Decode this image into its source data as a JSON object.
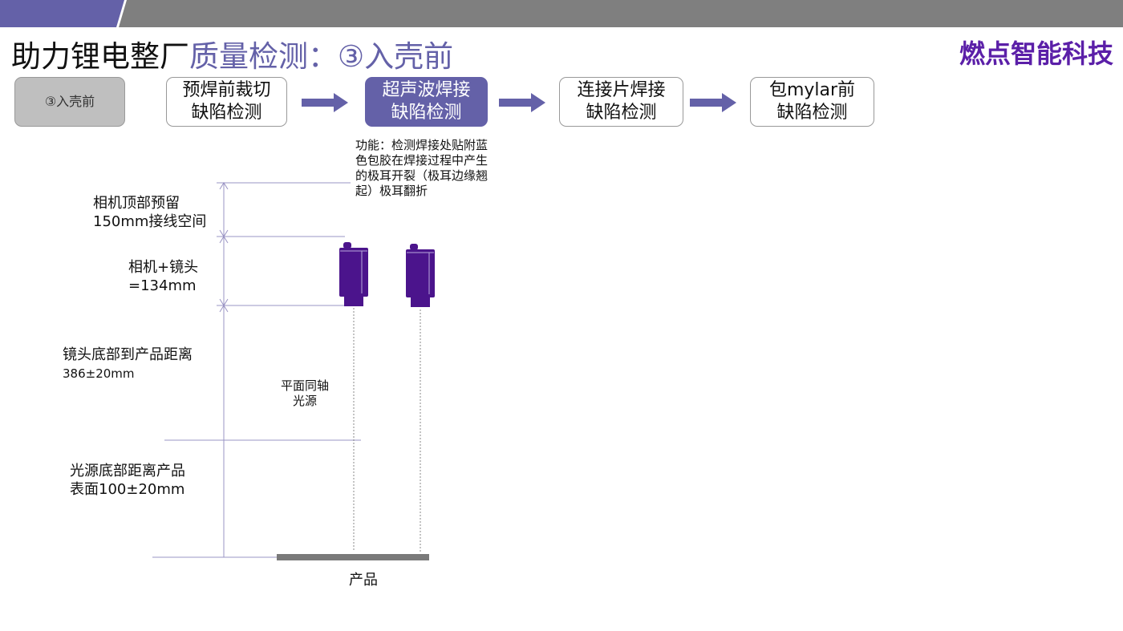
{
  "header": {
    "title_black": "助力锂电整厂",
    "title_accent": "质量检测：③入壳前",
    "brand": "燃点智能科技"
  },
  "flow": {
    "stage_label": "③入壳前",
    "steps": [
      "预焊前裁切\n缺陷检测",
      "超声波焊接\n缺陷检测",
      "连接片焊接\n缺陷检测",
      "包mylar前\n缺陷检测"
    ],
    "active_index": 1
  },
  "function_note": "功能：检测焊接处贴附蓝\n色包胶在焊接过程中产生\n的极耳开裂（极耳边缘翘\n起）极耳翻折",
  "diagram": {
    "top_space": "相机顶部预留\n150mm接线空间",
    "camera_lens": "相机+镜头\n=134mm",
    "lens_to_product_title": "镜头底部到产品距离",
    "lens_to_product_value": "386±20mm",
    "light_source": "平面同轴\n光源",
    "light_to_product": "光源底部距离产品\n表面100±20mm",
    "product": "产品"
  },
  "colors": {
    "accent": "#6461a8",
    "brand": "#5b1fa8",
    "camera": "#4b148c"
  }
}
